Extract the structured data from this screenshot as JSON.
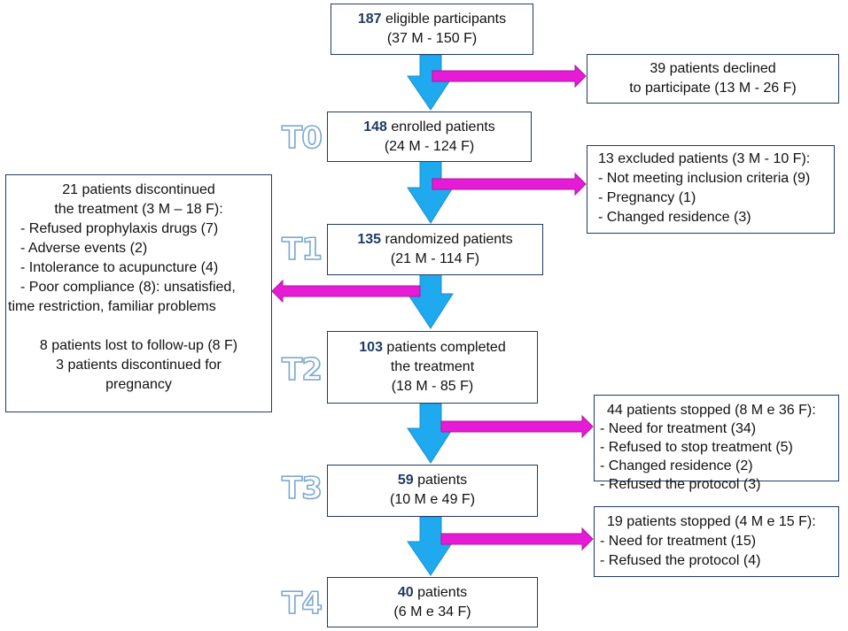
{
  "colors": {
    "box_border": "#1f3a66",
    "down_arrow": "#1fa9ee",
    "side_arrow": "#e61bd6",
    "stage_label": "#7fa8d0"
  },
  "stages": [
    "T0",
    "T1",
    "T2",
    "T3",
    "T4"
  ],
  "main_boxes": [
    {
      "num": "187",
      "text": " eligible participants",
      "sub": "(37 M - 150 F)"
    },
    {
      "num": "148",
      "text": " enrolled patients",
      "sub": "(24 M - 124 F)"
    },
    {
      "num": "135",
      "text": " randomized patients",
      "sub": "(21 M - 114 F)"
    },
    {
      "num": "103",
      "text": " patients completed",
      "line2": "the treatment",
      "sub": "(18 M - 85 F)"
    },
    {
      "num": "59",
      "text": " patients",
      "sub": "(10 M e 49 F)"
    },
    {
      "num": "40",
      "text": " patients",
      "sub": "(6 M e 34 F)"
    }
  ],
  "side_boxes": {
    "declined": [
      "39 patients declined",
      "to participate (13 M - 26 F)"
    ],
    "excluded": [
      "13 excluded patients (3 M - 10 F):",
      "- Not meeting inclusion criteria (9)",
      " - Pregnancy (1)",
      " - Changed residence (3)"
    ],
    "discontinued": [
      "21 patients discontinued",
      "the treatment (3 M – 18 F):",
      "-  Refused prophylaxis drugs  (7)",
      "-  Adverse events (2)",
      "-  Intolerance  to acupuncture (4)",
      "-  Poor compliance (8): unsatisfied,",
      "time restriction, familiar problems",
      "",
      "8 patients lost to follow-up (8 F)",
      "3 patients discontinued for",
      "pregnancy"
    ],
    "stopped_t2": [
      "44 patients stopped (8 M e 36 F):",
      "- Need for treatment  (34)",
      "- Refused to stop treatment (5)",
      "- Changed residence  (2)",
      "- Refused the protocol (3)"
    ],
    "stopped_t3": [
      "19 patients stopped (4 M e 15 F):",
      "- Need for treatment  (15)",
      "- Refused the protocol (4)"
    ]
  }
}
